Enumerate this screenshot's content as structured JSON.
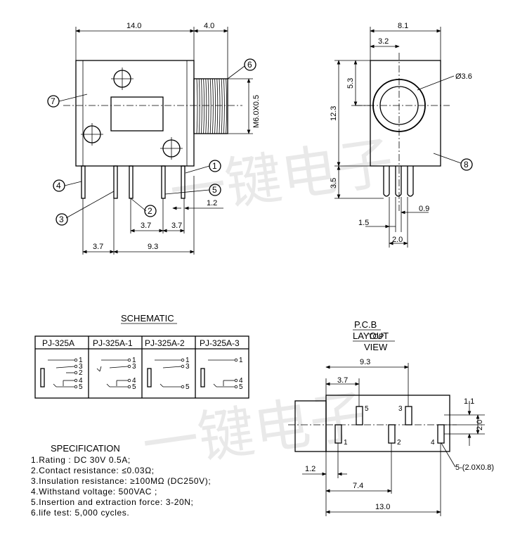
{
  "watermark": {
    "text1": "一键电子",
    "text2": "一键电子"
  },
  "front_view": {
    "dims": {
      "width_body": "14.0",
      "width_thread": "4.0",
      "pin_pitch_a": "3.7",
      "pin_pitch_b": "3.7",
      "pin_offset": "3.7",
      "pin_span": "9.3",
      "pin_width": "1.2",
      "thread": "M6.0X0.5"
    },
    "callouts": [
      "1",
      "2",
      "3",
      "4",
      "5",
      "6",
      "7"
    ]
  },
  "side_view": {
    "dims": {
      "width": "8.1",
      "center": "3.2",
      "upper": "5.3",
      "height": "12.3",
      "pin_len": "3.5",
      "hole": "Ø3.6",
      "pin_w": "1.5",
      "pin_t": "0.9",
      "pin_pitch": "2.0"
    },
    "callouts": [
      "8"
    ]
  },
  "schematic": {
    "title": "SCHEMATIC",
    "models": [
      "PJ-325A",
      "PJ-325A-1",
      "PJ-325A-2",
      "PJ-325A-3"
    ],
    "pins": {
      "p1": "1",
      "p2": "2",
      "p3": "3",
      "p4": "4",
      "p5": "5"
    }
  },
  "specification": {
    "title": "SPECIFICATION",
    "lines": [
      "1.Rating : DC 30V 0.5A;",
      "2.Contact resistance: ≤0.03Ω;",
      "3.Insulation resistance: ≥100MΩ (DC250V);",
      "4.Withstand voltage: 500VAC ;",
      "5.Insertion and extraction force: 3-20N;",
      "6.life test: 5,000 cycles."
    ]
  },
  "pcb": {
    "title1": "P.C.B",
    "title2": "LAYOUT",
    "title3": "TOP",
    "title4": "VIEW",
    "dims": {
      "span": "9.3",
      "offset": "3.7",
      "edge": "1.1",
      "pitch": "2.0",
      "pin_x": "1.2",
      "mid": "7.4",
      "total": "13.0",
      "holes": "5-(2.0X0.8)"
    },
    "pins": [
      "1",
      "2",
      "3",
      "4",
      "5"
    ]
  }
}
